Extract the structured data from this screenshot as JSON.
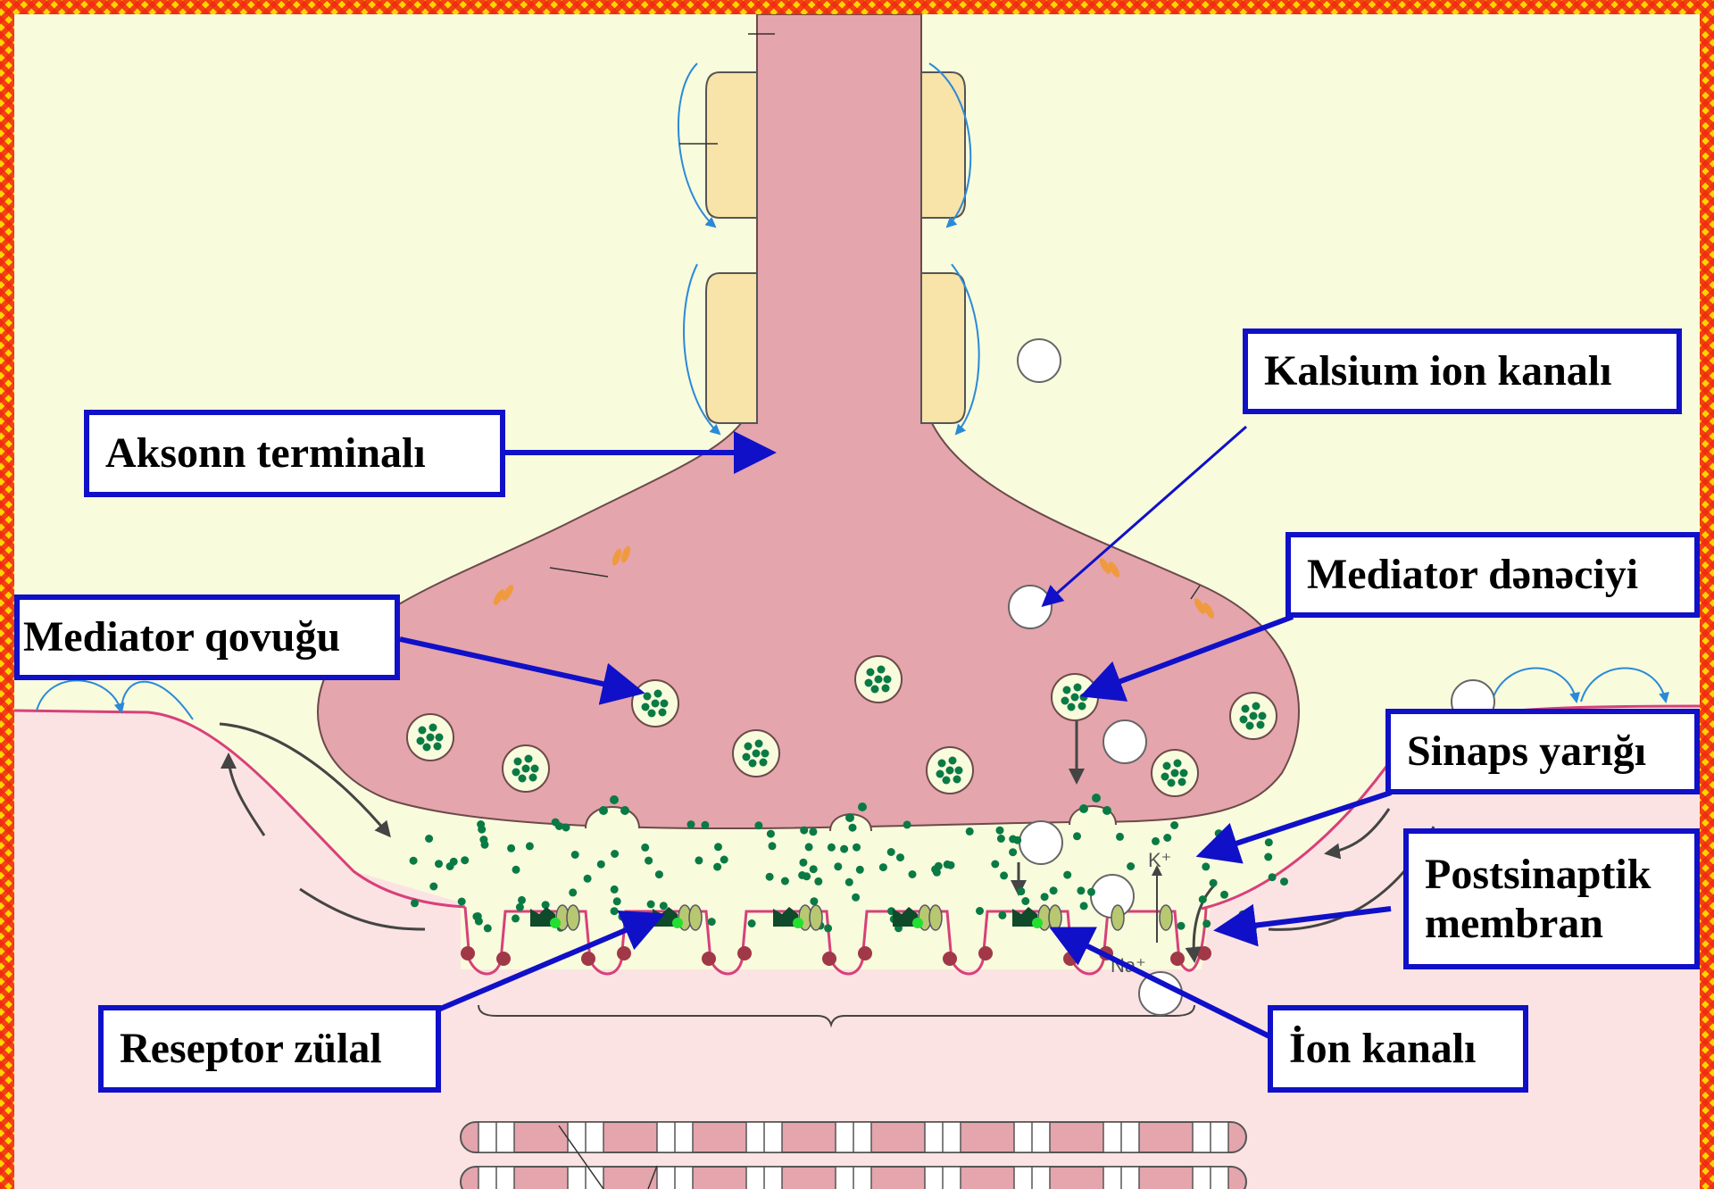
{
  "labels": {
    "axon_terminal": "Aksonn terminalı",
    "calcium_channel": "Kalsium ion kanalı",
    "mediator_granule": "Mediator dənəciyi",
    "mediator_vesicle": "Mediator qovuğu",
    "synaptic_cleft": "Sinaps yarığı",
    "postsynaptic_membrane": "Postsinaptik membran",
    "receptor_protein": "Reseptor zülal",
    "ion_channel": "İon kanalı"
  },
  "ion_symbols": {
    "potassium": "K⁺",
    "sodium": "Na⁺"
  },
  "colors": {
    "axon_fill": "#e4a5ad",
    "background": "#f8fbdc",
    "muscle_fill": "#fbe3e3",
    "label_border": "#1010c8",
    "arrow_color": "#1010c8",
    "myelin": "#f8e3a8",
    "vesicle_dot": "#0a7a45",
    "blue_current": "#2a8ad8",
    "border_pattern": "#ef2a14"
  }
}
